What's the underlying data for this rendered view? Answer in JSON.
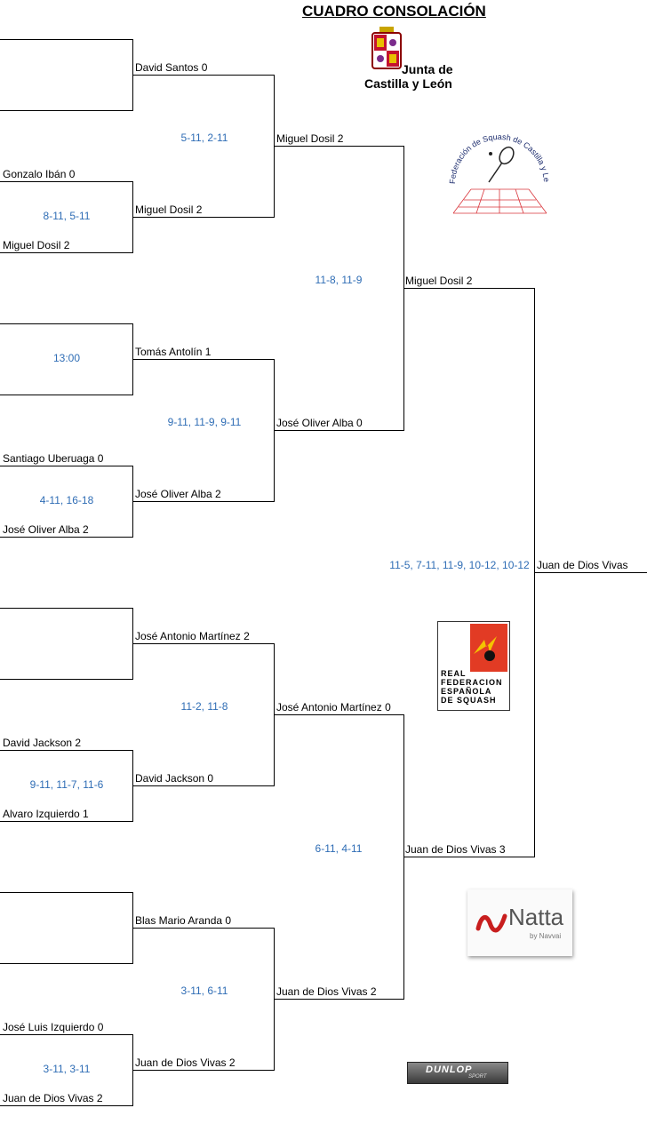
{
  "title": "CUADRO CONSOLACIÓN",
  "colors": {
    "score": "#2f6db5",
    "line": "#000000"
  },
  "round1": [
    {
      "top": "",
      "bottom": "",
      "score": ""
    },
    {
      "top": "Gonzalo Ibán 0",
      "bottom": "Miguel Dosil 2",
      "score": "8-11, 5-11"
    },
    {
      "top": "",
      "bottom": "",
      "score": "13:00"
    },
    {
      "top": "Santiago Uberuaga 0",
      "bottom": "José Oliver Alba 2",
      "score": "4-11, 16-18"
    },
    {
      "top": "",
      "bottom": "",
      "score": ""
    },
    {
      "top": "David Jackson 2",
      "bottom": "Alvaro Izquierdo 1",
      "score": "9-11, 11-7, 11-6"
    },
    {
      "top": "",
      "bottom": "",
      "score": ""
    },
    {
      "top": "José Luis Izquierdo 0",
      "bottom": "Juan de Dios Vivas 2",
      "score": "3-11, 3-11"
    }
  ],
  "round2": [
    "David Santos 0",
    "Miguel Dosil 2",
    "Tomás Antolín 1",
    "José Oliver Alba 2",
    "José Antonio Martínez 2",
    "David Jackson 0",
    "Blas Mario Aranda 0",
    "Juan de Dios Vivas 2"
  ],
  "round2_scores": [
    "5-11, 2-11",
    "9-11, 11-9, 9-11",
    "11-2, 11-8",
    "3-11, 6-11"
  ],
  "round3": [
    "Miguel Dosil 2",
    "José Oliver Alba 0",
    "José Antonio Martínez 0",
    "Juan de Dios Vivas 2"
  ],
  "round3_scores": [
    "11-8, 11-9",
    "6-11, 4-11"
  ],
  "round4": [
    "Miguel Dosil 2",
    "Juan de Dios Vivas 3"
  ],
  "final_score": "11-5, 7-11, 11-9, 10-12, 10-12",
  "winner": "Juan de Dios Vivas",
  "logos": {
    "jcyl_line1": "Junta de",
    "jcyl_line2": "Castilla y León",
    "fsqcyl": "Federación de Squash de Castilla y León",
    "rfes_line1": "REAL",
    "rfes_line2": "FEDERACION",
    "rfes_line3": "ESPAÑOLA",
    "rfes_line4": "DE SQUASH",
    "natta": "Natta",
    "natta_sub": "by Navvai",
    "dunlop": "DUNLOP",
    "dunlop_sub": "SPORT"
  }
}
